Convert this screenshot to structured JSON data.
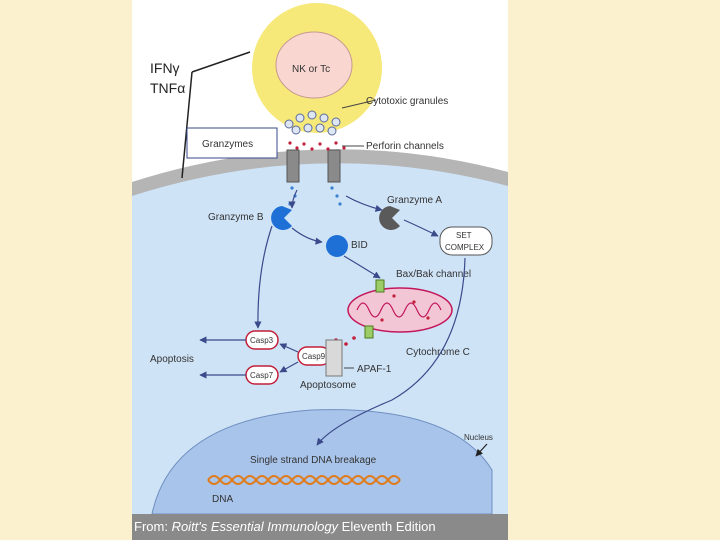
{
  "side_labels": {
    "ifn": "IFNγ",
    "tnf": "TNFα"
  },
  "labels": {
    "nk_cell": "NK or Tc",
    "cytotoxic_granules": "Cytotoxic granules",
    "granzymes": "Granzymes",
    "perforin_channels": "Perforin channels",
    "granzyme_b": "Granzyme B",
    "granzyme_a": "Granzyme A",
    "set_complex_1": "SET",
    "set_complex_2": "COMPLEX",
    "bid": "BID",
    "bax_bak": "Bax/Bak channel",
    "casp3": "Casp3",
    "casp9": "Casp9",
    "casp7": "Casp7",
    "apoptosis_1": "Apoptosis",
    "apaf1": "APAF-1",
    "apoptosome": "Apoptosome",
    "cytochrome_c": "Cytochrome C",
    "nucleus": "Nucleus",
    "ss_dna": "Single strand DNA breakage",
    "dna": "DNA"
  },
  "credit": {
    "prefix": "From: ",
    "book": "Roitt's Essential Immunology",
    "suffix": " Eleventh Edition"
  },
  "colors": {
    "slide_bg": "#fbf1cf",
    "nk_cell": "#f7e87a",
    "cytoplasm": "#cfe3f7",
    "nucleus": "#a9c4ea",
    "membrane": "#b5b5b5",
    "granzyme_b": "#1e6fd6",
    "granzyme_a": "#5a5a5a",
    "mitochondrion": "#f3c6d6",
    "credit_bar": "#8a8a8a"
  }
}
